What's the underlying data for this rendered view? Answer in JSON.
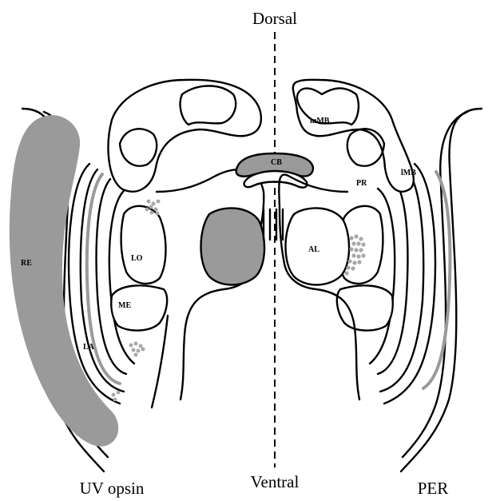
{
  "labels": {
    "dorsal": "Dorsal",
    "ventral": "Ventral",
    "left_title": "UV opsin",
    "right_title": "PER",
    "re": "RE",
    "la": "LA",
    "me": "ME",
    "lo": "LO",
    "cb": "CB",
    "al": "AL",
    "pr": "PR",
    "mmb": "mMB",
    "lmb": "lMB"
  },
  "colors": {
    "outline": "#000000",
    "stain": "#9a9a9a",
    "cells": "#a8a8a8"
  }
}
